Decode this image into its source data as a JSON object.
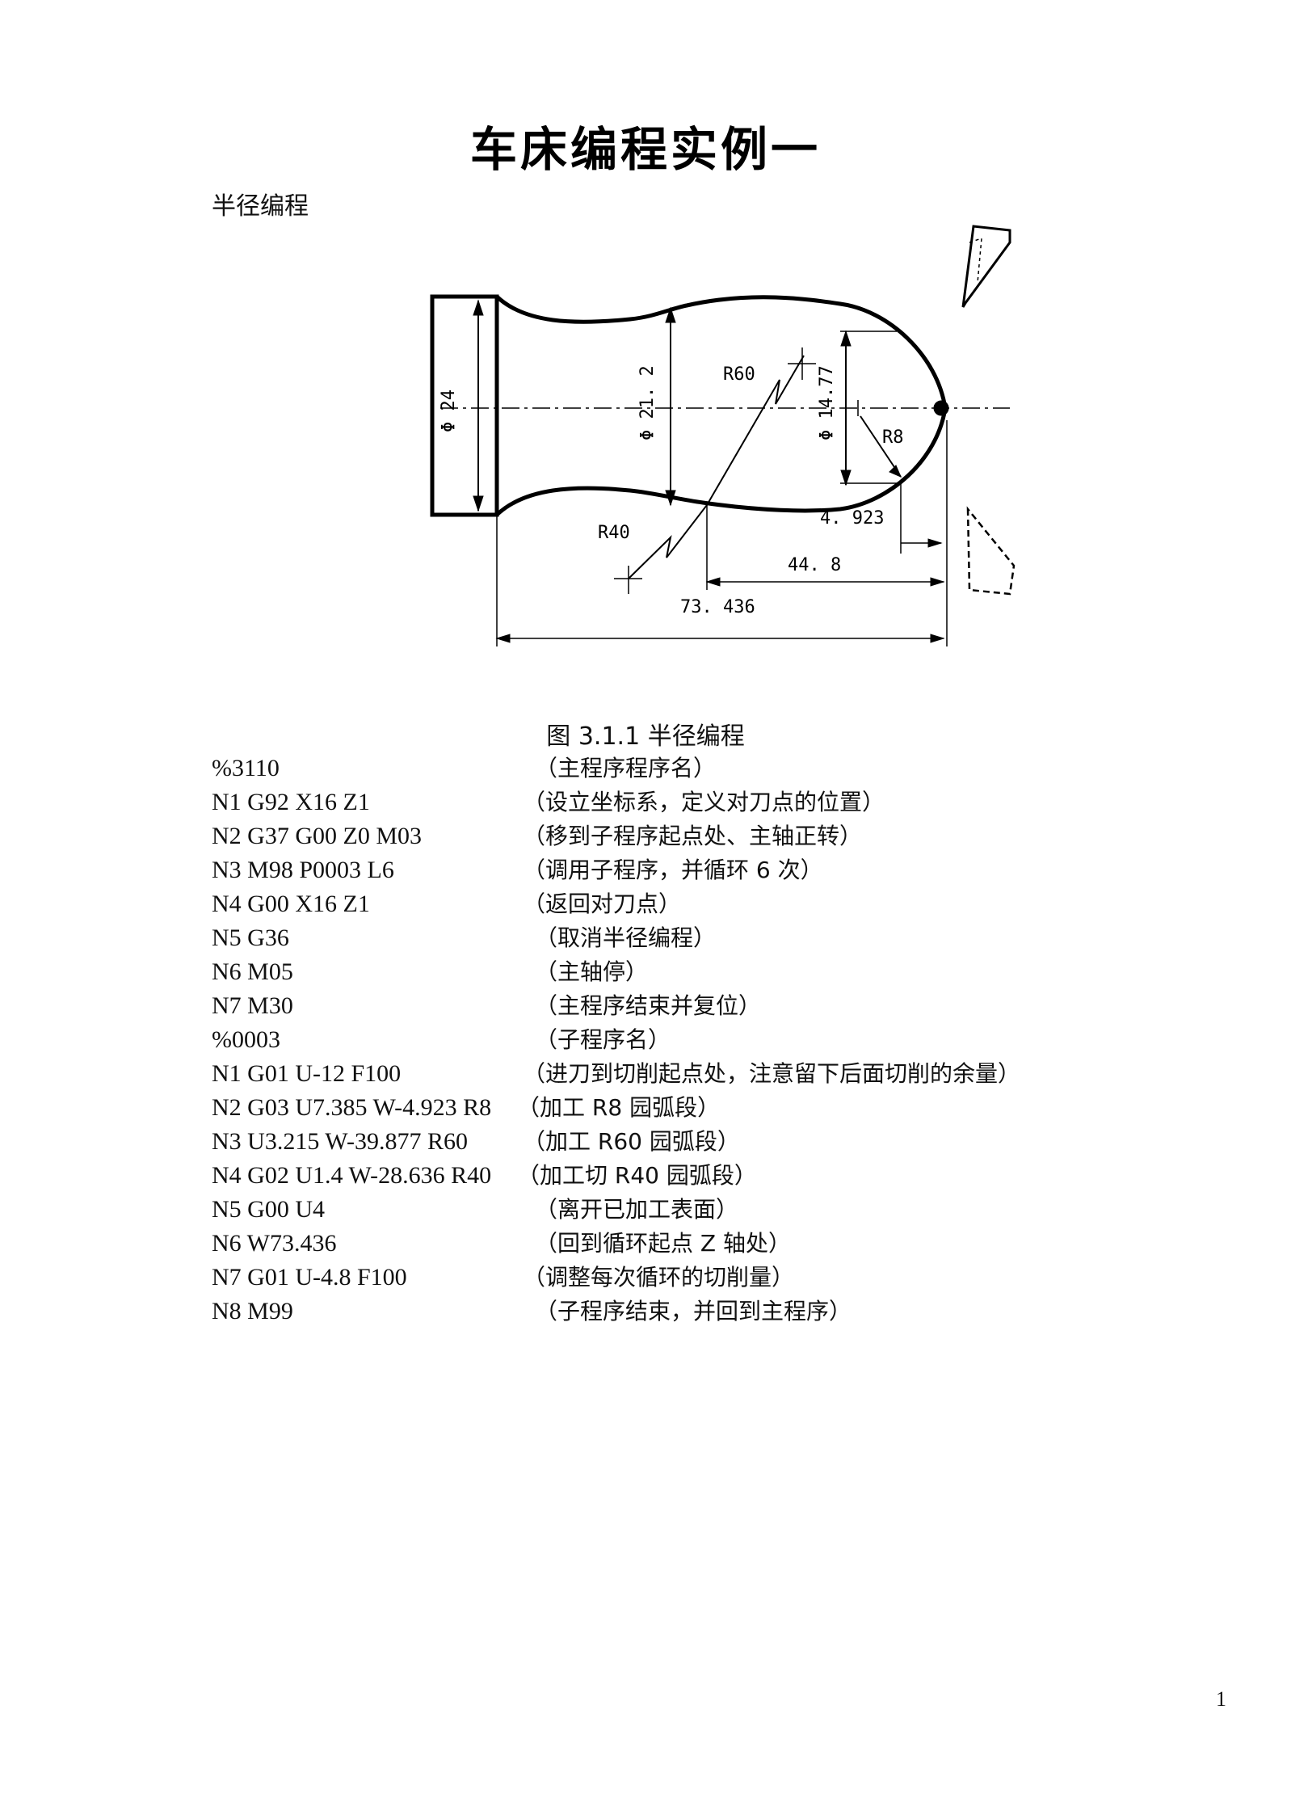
{
  "page": {
    "title": "车床编程实例一",
    "subtitle": "半径编程",
    "page_number": "1"
  },
  "figure": {
    "caption": "图 3.1.1    半径编程",
    "dim_labels": {
      "d24": "Φ 24",
      "d21_2": "Φ 21. 2",
      "d14_77": "Φ 14.77",
      "r60": "R60",
      "r8": "R8",
      "r40": "R40",
      "len_4_923": "4. 923",
      "len_44_8": "44. 8",
      "len_73_436": "73. 436"
    }
  },
  "program": [
    {
      "cmd": "%3110",
      "comment": "（主程序程序名）"
    },
    {
      "cmd": "N1 G92 X16 Z1",
      "comment": "（设立坐标系，定义对刀点的位置）"
    },
    {
      "cmd": "N2 G37 G00 Z0 M03",
      "comment": "（移到子程序起点处、主轴正转）"
    },
    {
      "cmd": "N3 M98 P0003 L6",
      "comment": "（调用子程序，并循环 6 次）"
    },
    {
      "cmd": "N4 G00 X16 Z1",
      "comment": "（返回对刀点）"
    },
    {
      "cmd": "N5 G36",
      "comment": "（取消半径编程）"
    },
    {
      "cmd": "N6 M05",
      "comment": "（主轴停）"
    },
    {
      "cmd": "N7 M30",
      "comment": "（主程序结束并复位）"
    },
    {
      "cmd": "%0003",
      "comment": "（子程序名）"
    },
    {
      "cmd": "N1 G01 U-12 F100",
      "comment": "（进刀到切削起点处，注意留下后面切削的余量）"
    },
    {
      "cmd": "N2 G03 U7.385 W-4.923 R8",
      "comment": "（加工 R8 园弧段）"
    },
    {
      "cmd": "N3 U3.215 W-39.877 R60",
      "comment": "（加工 R60 园弧段）"
    },
    {
      "cmd": "N4 G02 U1.4 W-28.636 R40",
      "comment": "（加工切 R40 园弧段）"
    },
    {
      "cmd": "N5 G00 U4",
      "comment": "（离开已加工表面）"
    },
    {
      "cmd": "N6 W73.436",
      "comment": "（回到循环起点 Z 轴处）"
    },
    {
      "cmd": "N7 G01 U-4.8 F100",
      "comment": "（调整每次循环的切削量）"
    },
    {
      "cmd": "N8 M99",
      "comment": "（子程序结束，并回到主程序）"
    }
  ]
}
